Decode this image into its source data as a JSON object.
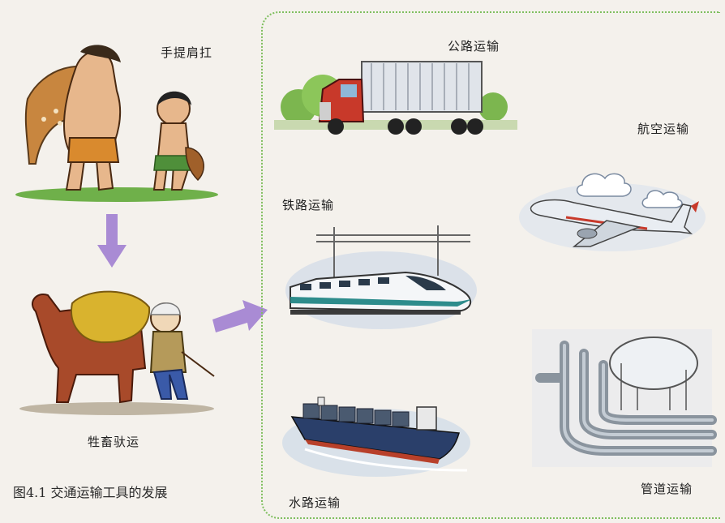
{
  "figure": {
    "caption": "图4.1 交通运输工具的发展",
    "labels": {
      "carry": "手提肩扛",
      "animal": "牲畜驮运",
      "road": "公路运输",
      "air": "航空运输",
      "rail": "铁路运输",
      "water": "水路运输",
      "pipeline": "管道运输"
    },
    "illustrations": [
      "primitive-hunters-icon",
      "pack-horse-icon",
      "truck-icon",
      "airplane-icon",
      "high-speed-train-icon",
      "container-ship-icon",
      "pipeline-icon"
    ],
    "colors": {
      "arrow": "#a98bd4",
      "panel_border": "#7fbf5f",
      "background": "#f4f1ec"
    }
  }
}
